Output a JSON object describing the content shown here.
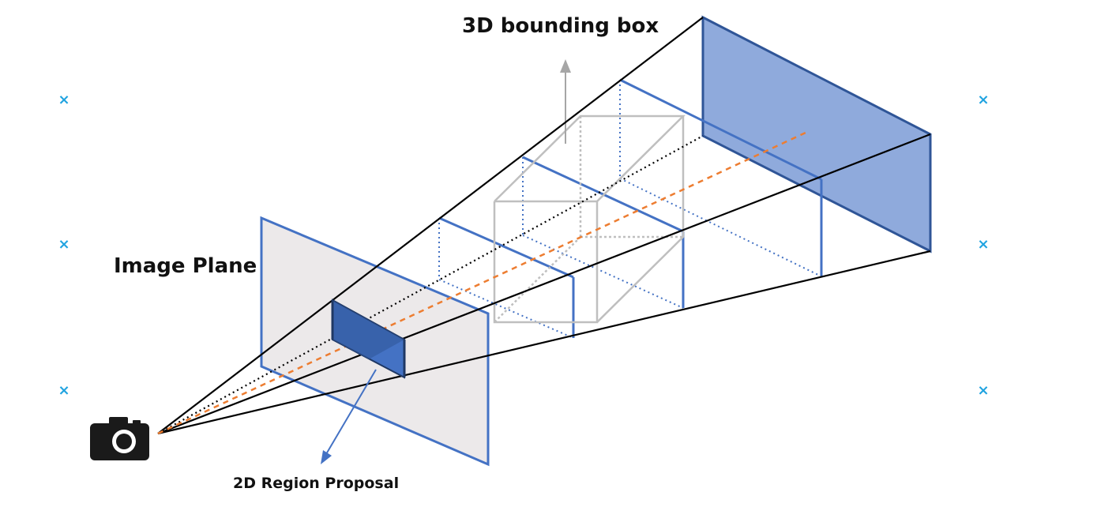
{
  "labels": {
    "bounding_box_3d": "3D bounding box",
    "image_plane": "Image Plane",
    "region_proposal_2d": "2D Region Proposal"
  },
  "markers": [
    "×",
    "×",
    "×",
    "×",
    "×",
    "×"
  ],
  "icons": {
    "camera": "camera-icon"
  },
  "colors": {
    "frustum_line": "#000000",
    "slice_blue": "#4472c4",
    "far_plane_fill": "#8faadc",
    "region_fill": "#4472c4",
    "image_plane_fill": "#ece9ea",
    "box_gray": "#bfbfbf",
    "center_ray": "#ed7d31",
    "marker": "#1fa3e0"
  }
}
